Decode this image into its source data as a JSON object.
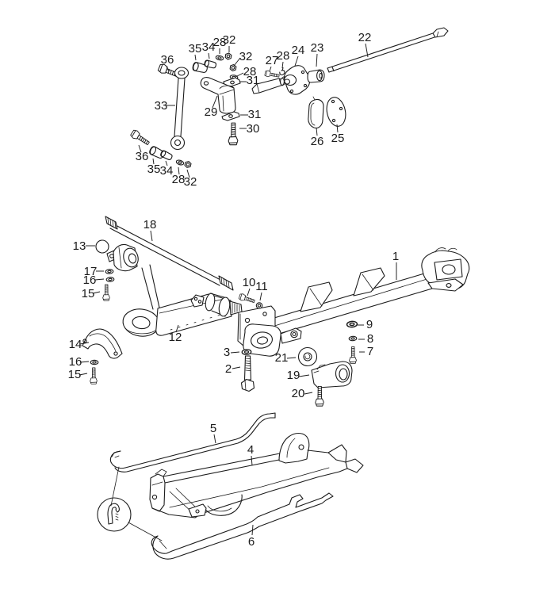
{
  "figure": {
    "kind": "exploded-parts-diagram",
    "background": "#ffffff",
    "ink": "#1c1c1c"
  },
  "detail_circle": {
    "symbol": "retaining-clip"
  },
  "labels": [
    {
      "text": "36"
    },
    {
      "text": "35"
    },
    {
      "text": "34"
    },
    {
      "text": "28"
    },
    {
      "text": "32"
    },
    {
      "text": "32"
    },
    {
      "text": "28"
    },
    {
      "text": "31"
    },
    {
      "text": "33"
    },
    {
      "text": "29"
    },
    {
      "text": "31"
    },
    {
      "text": "30"
    },
    {
      "text": "36"
    },
    {
      "text": "35"
    },
    {
      "text": "34"
    },
    {
      "text": "28"
    },
    {
      "text": "32"
    },
    {
      "text": "27"
    },
    {
      "text": "28"
    },
    {
      "text": "24"
    },
    {
      "text": "23"
    },
    {
      "text": "22"
    },
    {
      "text": "26"
    },
    {
      "text": "25"
    },
    {
      "text": "18"
    },
    {
      "text": "13"
    },
    {
      "text": "17"
    },
    {
      "text": "16"
    },
    {
      "text": "15"
    },
    {
      "text": "12"
    },
    {
      "text": "14"
    },
    {
      "text": "16"
    },
    {
      "text": "15"
    },
    {
      "text": "10"
    },
    {
      "text": "11"
    },
    {
      "text": "1"
    },
    {
      "text": "9"
    },
    {
      "text": "8"
    },
    {
      "text": "7"
    },
    {
      "text": "3"
    },
    {
      "text": "2"
    },
    {
      "text": "21"
    },
    {
      "text": "19"
    },
    {
      "text": "20"
    },
    {
      "text": "5"
    },
    {
      "text": "4"
    },
    {
      "text": "6"
    }
  ]
}
